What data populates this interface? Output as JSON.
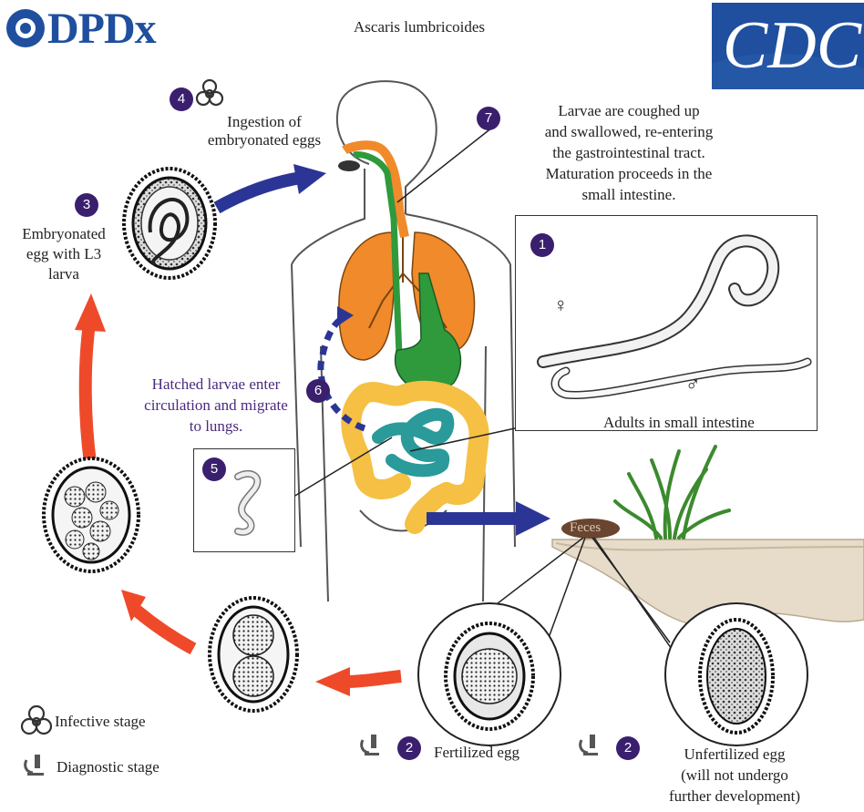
{
  "header": {
    "logo_left": "DPDx",
    "title": "Ascaris lumbricoides",
    "logo_right": "CDC"
  },
  "stages": {
    "s1": {
      "num": "1",
      "label": "Adults in small intestine",
      "female": "♀",
      "male": "♂"
    },
    "s2a": {
      "num": "2",
      "label": "Fertilized egg"
    },
    "s2b": {
      "num": "2",
      "label_line1": "Unfertilized egg",
      "label_line2": "(will not undergo",
      "label_line3": "further development)"
    },
    "s3": {
      "num": "3",
      "label_line1": "Embryonated",
      "label_line2": "egg with L3",
      "label_line3": "larva"
    },
    "s4": {
      "num": "4",
      "label_line1": "Ingestion of",
      "label_line2": "embryonated eggs"
    },
    "s5": {
      "num": "5"
    },
    "s6": {
      "num": "6",
      "label_line1": "Hatched larvae enter",
      "label_line2": "circulation and migrate",
      "label_line3": "to lungs."
    },
    "s7": {
      "num": "7",
      "label_line1": "Larvae are coughed up",
      "label_line2": "and swallowed, re-entering",
      "label_line3": "the gastrointestinal tract.",
      "label_line4": "Maturation proceeds in the",
      "label_line5": "small intestine."
    }
  },
  "feces_label": "Feces",
  "legend": {
    "infective": "Infective stage",
    "diagnostic": "Diagnostic stage"
  },
  "colors": {
    "badge": "#3a1f6e",
    "blue_arrow": "#2b3596",
    "red_arrow": "#ee4a2a",
    "lungs": "#f08a2a",
    "stomach": "#2e9a3c",
    "colon": "#f5c043",
    "small_intestine": "#2a9a9a",
    "cdc_blue": "#1f4f9e"
  }
}
